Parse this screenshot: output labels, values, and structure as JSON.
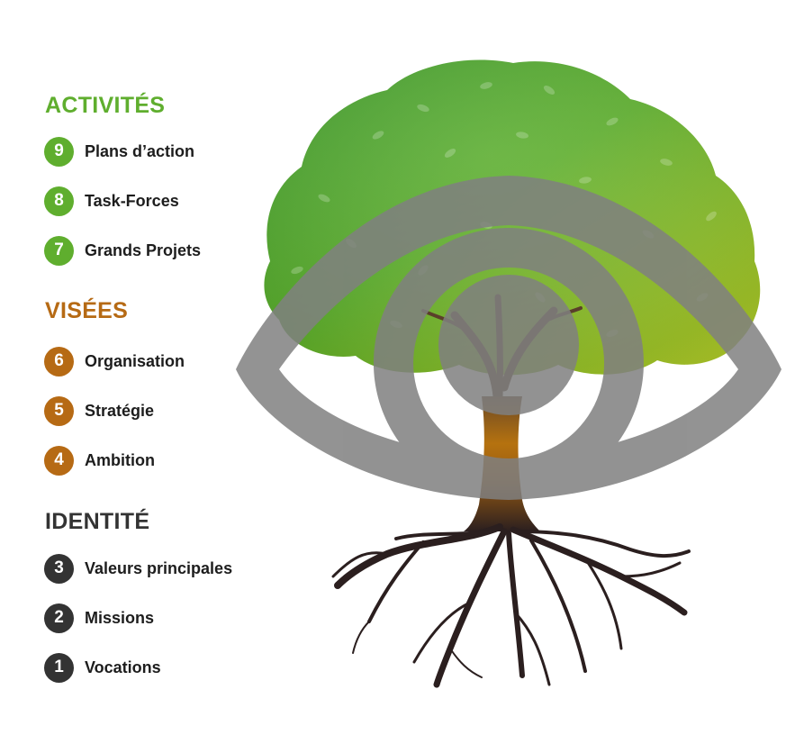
{
  "colors": {
    "activites": "#5fae2e",
    "visees": "#b66a14",
    "identite": "#333333",
    "eye": "#808080",
    "trunk": "#b5720f",
    "roots": "#2b1f1f"
  },
  "sections": [
    {
      "id": "activites",
      "title": "ACTIVITÉS",
      "items": [
        {
          "number": "9",
          "label": "Plans d’action"
        },
        {
          "number": "8",
          "label": "Task-Forces"
        },
        {
          "number": "7",
          "label": "Grands Projets"
        }
      ]
    },
    {
      "id": "visees",
      "title": "VISÉES",
      "items": [
        {
          "number": "6",
          "label": "Organisation"
        },
        {
          "number": "5",
          "label": "Stratégie"
        },
        {
          "number": "4",
          "label": "Ambition"
        }
      ]
    },
    {
      "id": "identite",
      "title": "IDENTITÉ",
      "items": [
        {
          "number": "3",
          "label": "Valeurs principales"
        },
        {
          "number": "2",
          "label": "Missions"
        },
        {
          "number": "1",
          "label": "Vocations"
        }
      ]
    }
  ],
  "illustration": {
    "icon": "tree-eye-icon"
  }
}
